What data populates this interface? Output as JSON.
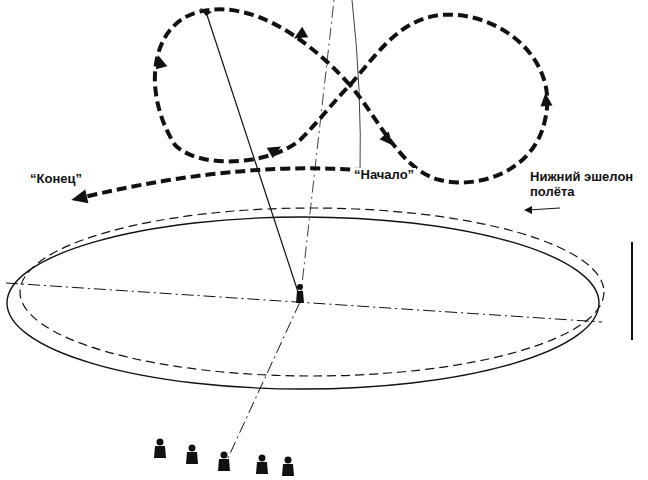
{
  "diagram": {
    "labels": [
      "“Конец”",
      "“Начало”",
      "Нижний эшелон полёта"
    ]
  }
}
